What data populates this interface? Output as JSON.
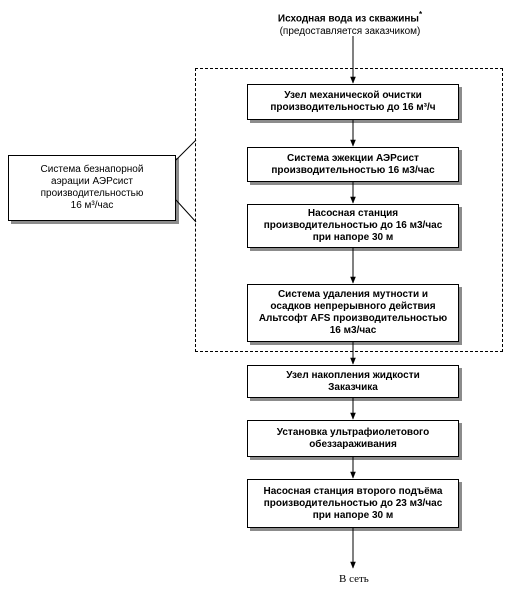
{
  "source": {
    "title": "Исходная вода из скважины",
    "marker": "*",
    "subtitle": "(предоставляется заказчиком)"
  },
  "side_system": {
    "label": "Система безнапорной\nаэрации АЭРсист\nпроизводительностью\n16 м³/час"
  },
  "steps": [
    {
      "label": "Узел механической очистки\nпроизводительностью до 16 м³/ч"
    },
    {
      "label": "Система эжекции АЭРсист\nпроизводительностью 16 м3/час"
    },
    {
      "label": "Насосная станция\nпроизводительностью до 16 м3/час\nпри напоре 30 м"
    },
    {
      "label": "Система удаления мутности и\nосадков непрерывного действия\nАльтсофт AFS производительностью\n16 м3/час"
    },
    {
      "label": "Узел накопления жидкости\nЗаказчика"
    },
    {
      "label": "Установка ультрафиолетового\nобеззараживания"
    },
    {
      "label": "Насосная станция второго подъёма\nпроизводительностью до 23 м3/час\nпри напоре 30 м"
    }
  ],
  "output": {
    "label": "В сеть"
  }
}
